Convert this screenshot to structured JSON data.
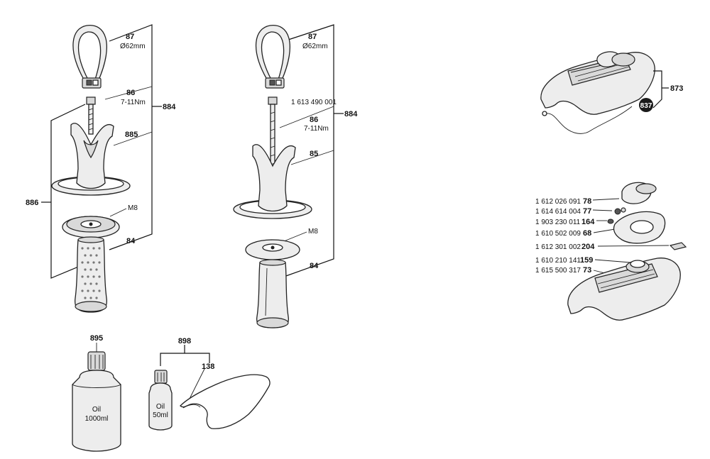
{
  "left_assembly": {
    "strap_ref": "87",
    "strap_size": "Ø62mm",
    "screw_ref": "86",
    "torque": "7-11Nm",
    "group_ref": "884",
    "collar_ref": "885",
    "side_group_ref": "886",
    "nut_size": "M8",
    "handle_ref": "84"
  },
  "middle_assembly": {
    "strap_ref": "87",
    "strap_size": "Ø62mm",
    "screw_part_number": "1 613 490 001",
    "screw_ref": "86",
    "torque": "7-11Nm",
    "group_ref": "884",
    "collar_ref": "85",
    "nut_size": "M8",
    "handle_ref": "84"
  },
  "oil_bottle_large": {
    "ref": "895",
    "label_line1": "Oil",
    "label_line2": "1000ml"
  },
  "oil_kit": {
    "group_ref": "898",
    "cloth_ref": "138",
    "label_line1": "Oil",
    "label_line2": "50ml"
  },
  "cover_assembled": {
    "group_ref": "873",
    "badge_ref": "837"
  },
  "cover_parts": [
    {
      "part_number": "1 612 026 091",
      "ref": "78"
    },
    {
      "part_number": "1 614 614 004",
      "ref": "77"
    },
    {
      "part_number": "1 903 230 011",
      "ref": "164"
    },
    {
      "part_number": "1 610 502 009",
      "ref": "68"
    },
    {
      "part_number": "1 612 301 002",
      "ref": "204"
    },
    {
      "part_number": "1 610 210 141",
      "ref": "159"
    },
    {
      "part_number": "1 615 500 317",
      "ref": "73"
    }
  ]
}
